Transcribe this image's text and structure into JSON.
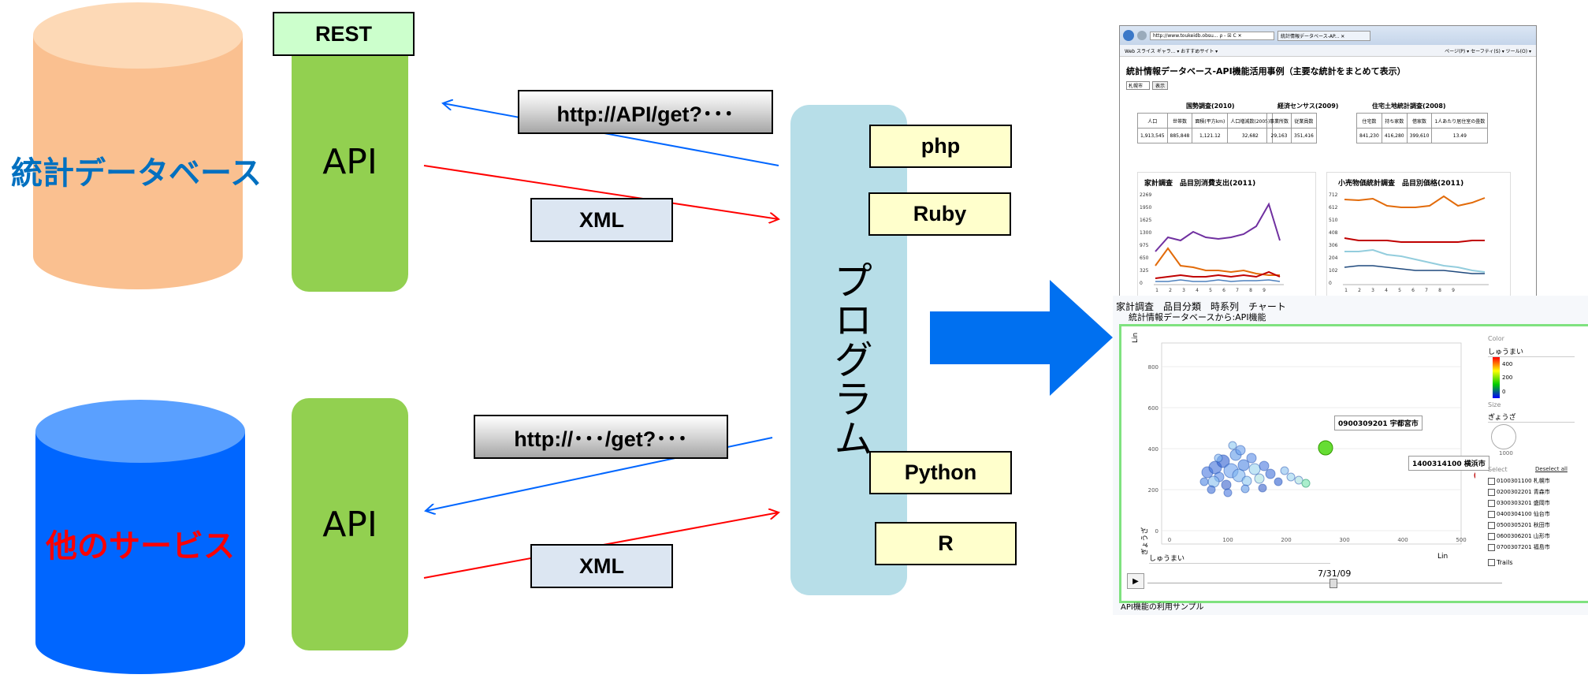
{
  "left": {
    "db_label": "統計データベース",
    "other_label": "他のサービス",
    "rest_label": "REST",
    "api_top": "API",
    "api_bottom": "API"
  },
  "requests": {
    "top_request": "http://API/get?･･･",
    "top_response": "XML",
    "bottom_request": "http://･･･/get?･･･",
    "bottom_response": "XML"
  },
  "program": {
    "label": "プログラム",
    "languages": [
      "php",
      "Ruby",
      "Python",
      "R"
    ]
  },
  "browser": {
    "title": "統計情報データベース-API機能活用事例（主要な統計をまとめて表示）",
    "address": "http://www.toukeidb.obsu... ρ - ☒ C ✕",
    "tab": "統計情報データベース-AP... ✕",
    "favorites": "Web スライス ギャラ... ▾   おすすめサイト ▾",
    "toolbar": "ページ(P) ▾  セーフティ(S) ▾  ツール(O) ▾",
    "city": "札幌市",
    "show_btn": "表示",
    "census_title": "国勢調査(2010)",
    "census_headers": [
      "人口",
      "世帯数",
      "面積(平方km)",
      "人口増減数(2005)"
    ],
    "census_values": [
      "1,913,545",
      "885,848",
      "1,121.12",
      "32,682"
    ],
    "economic_title": "経済センサス(2009)",
    "economic_headers": [
      "事業所数",
      "従業員数"
    ],
    "economic_values": [
      "29,163",
      "351,416"
    ],
    "housing_title": "住宅土地統計調査(2008)",
    "housing_headers": [
      "住宅数",
      "持ち家数",
      "借家数",
      "1人あたり居住室の畳数"
    ],
    "housing_values": [
      "841,230",
      "416,280",
      "399,610",
      "13.49"
    ],
    "chart1_title": "家計調査　品目別消費支出(2011)",
    "chart1_yticks": [
      "2269",
      "1950",
      "1625",
      "1300",
      "975",
      "650",
      "325",
      "0"
    ],
    "chart2_title": "小売物価統計調査　品目別価格(2011)",
    "chart2_yticks": [
      "712",
      "612",
      "510",
      "408",
      "306",
      "204",
      "102",
      "0"
    ],
    "xticks": [
      "1",
      "2",
      "3",
      "4",
      "5",
      "6",
      "7",
      "8",
      "9"
    ]
  },
  "motion": {
    "title": "家計調査　品目分類　時系列　チャート",
    "subtitle": "統計情報データベースから:API機能",
    "ylabel": "Lin",
    "ylabel2": "ぎょうざ",
    "yticks": [
      "800",
      "600",
      "400",
      "200",
      "0"
    ],
    "xticks": [
      "0",
      "100",
      "200",
      "300",
      "400",
      "500"
    ],
    "xaxis_select": "しゅうまい",
    "xaxis_scale": "Lin",
    "date": "7/31/09",
    "tooltip1": "0900309201 宇都宮市",
    "tooltip2": "1400314100 横浜市",
    "color_label": "Color",
    "color_value": "しゅうまい",
    "color_ticks": [
      "400",
      "200",
      "0"
    ],
    "size_label": "Size",
    "size_value": "ぎょうざ",
    "size_tick": "1000",
    "select_label": "Select",
    "deselect": "Deselect all",
    "cities": [
      "0100301100 札幌市",
      "0200302201 青森市",
      "0300303201 盛岡市",
      "0400304100 仙台市",
      "0500305201 秋田市",
      "0600306201 山形市",
      "0700307201 福島市"
    ],
    "trails": "Trails",
    "footer": "API機能の利用サンプル"
  },
  "colors": {
    "db_top": "#fdd9b6",
    "db_body": "#fac090",
    "db_text": "#0070c0",
    "other_top": "#5aa0ff",
    "other_body": "#0066ff",
    "other_text": "#ff0000",
    "api": "#92d050",
    "rest": "#ccffcc",
    "program": "#b7dee8",
    "big_arrow": "#0070f0",
    "blue_line": "#0066ff",
    "red_line": "#ff0000"
  }
}
